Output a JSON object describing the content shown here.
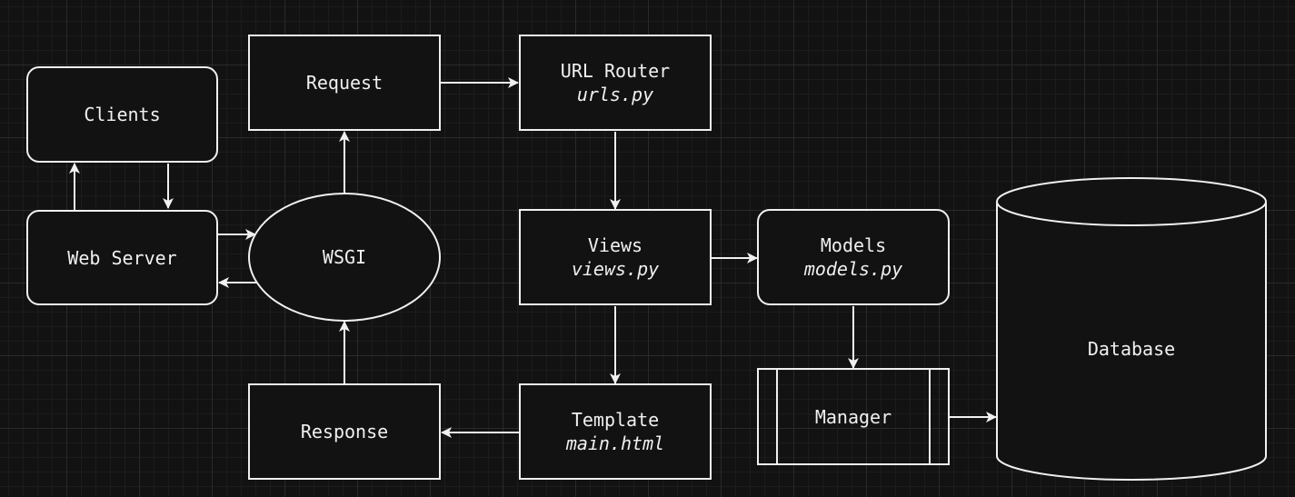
{
  "diagram": {
    "clients": {
      "label": "Clients"
    },
    "web_server": {
      "label": "Web Server"
    },
    "wsgi": {
      "label": "WSGI"
    },
    "request": {
      "label": "Request"
    },
    "response": {
      "label": "Response"
    },
    "url_router": {
      "label": "URL Router",
      "file": "urls.py"
    },
    "views": {
      "label": "Views",
      "file": "views.py"
    },
    "template": {
      "label": "Template",
      "file": "main.html"
    },
    "models": {
      "label": "Models",
      "file": "models.py"
    },
    "manager": {
      "label": "Manager"
    },
    "database": {
      "label": "Database"
    }
  },
  "colors": {
    "background": "#121212",
    "stroke": "#f0f0f0",
    "grid": "#2a2a2a"
  }
}
